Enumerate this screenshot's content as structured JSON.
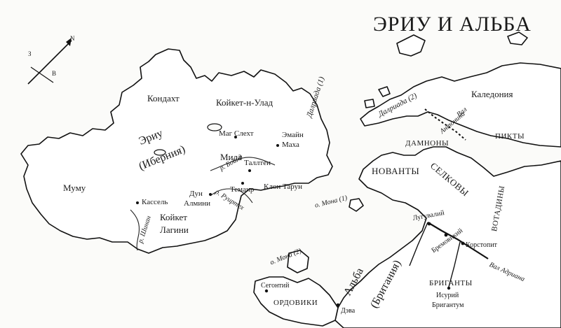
{
  "map": {
    "title": "ЭРИУ И АЛЬБА",
    "compass": {
      "north": "N",
      "west": "З",
      "east": "В"
    },
    "regions": {
      "kondacht": "Кондахт",
      "koiket_n_ulad": "Койкет-н-Улад",
      "eriu_1": "Эриу",
      "eriu_2": "(Иберния)",
      "mumu": "Муму",
      "mida": "Мида",
      "koiket_lagini_1": "Койкет",
      "koiket_lagini_2": "Лагини",
      "kaledonia": "Каледония",
      "pikty": "ПИКТЫ",
      "damnony": "ДАМНОНЫ",
      "novanty": "НОВАНТЫ",
      "selkovy": "СЕЛКОВЫ",
      "votadiny": "ВОТАДИНЫ",
      "alba_1": "Альба",
      "alba_2": "(Британия)",
      "briganty": "БРИГАНТЫ",
      "ordoviki": "ОРДОВИКИ"
    },
    "places": {
      "mag_sleht": "Маг Слехт",
      "emain_1": "Эмайн",
      "emain_2": "Маха",
      "talten": "Таллтен",
      "temair": "Темаир",
      "klon_tarun": "Клон Тарун",
      "dun_1": "Дун",
      "dun_2": "Алмини",
      "kassel": "Кассель",
      "dalriada_1": "Далриада (1)",
      "dalriada_2": "Далриада (2)",
      "luguvaliy": "Лугувалий",
      "bremenny": "Бремовикий",
      "korstopit": "Корстопит",
      "segontii": "Сегонтий",
      "deva": "Дэва",
      "isuriy_1": "Исурий",
      "isuriy_2": "Бригантум"
    },
    "rivers": {
      "boind": "р. Бойнд",
      "ruirtech": "р. Руиртех",
      "shinnan": "р. Шинан"
    },
    "islands": {
      "mona_1": "о. Мона (1)",
      "mona_2": "о. Мона (2)"
    },
    "walls": {
      "antonine_1": "Вал",
      "antonine_2": "Антонина",
      "hadrian": "Вал Адриана"
    }
  }
}
